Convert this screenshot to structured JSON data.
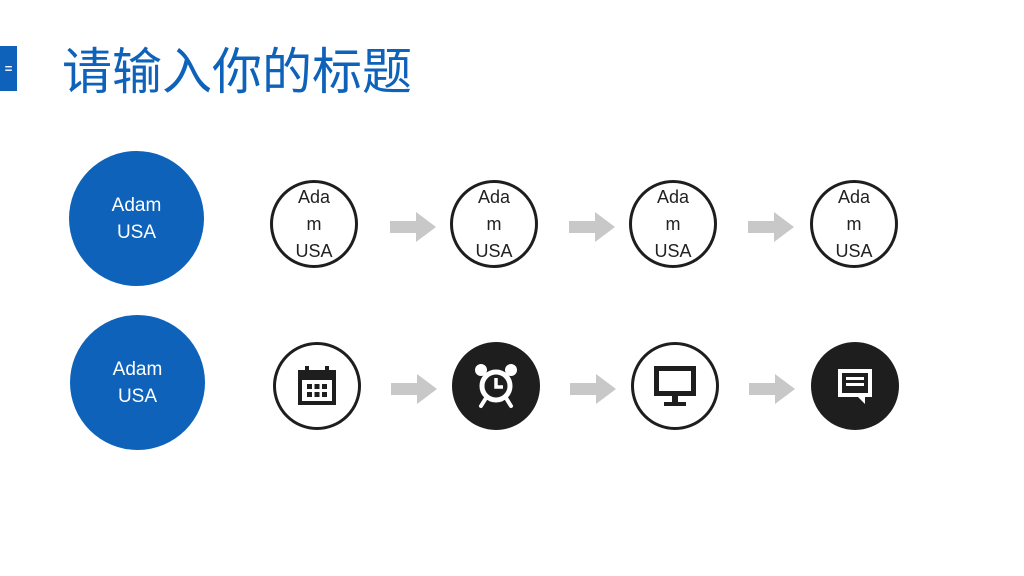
{
  "title": {
    "marker_glyph": "=",
    "text": "请输入你的标题"
  },
  "row1": {
    "main_label": "Adam\nUSA",
    "steps": [
      {
        "label": "Ada\nm\nUSA"
      },
      {
        "label": "Ada\nm\nUSA"
      },
      {
        "label": "Ada\nm\nUSA"
      },
      {
        "label": "Ada\nm\nUSA"
      }
    ]
  },
  "row2": {
    "main_label": "Adam\nUSA",
    "steps": [
      {
        "icon": "calendar-icon",
        "style": "outline"
      },
      {
        "icon": "alarm-clock-icon",
        "style": "filled"
      },
      {
        "icon": "monitor-icon",
        "style": "outline"
      },
      {
        "icon": "chat-bubble-icon",
        "style": "filled"
      }
    ]
  },
  "colors": {
    "accent": "#0e62ba",
    "dark": "#1e1e1e",
    "arrow": "#c8c8c8"
  }
}
